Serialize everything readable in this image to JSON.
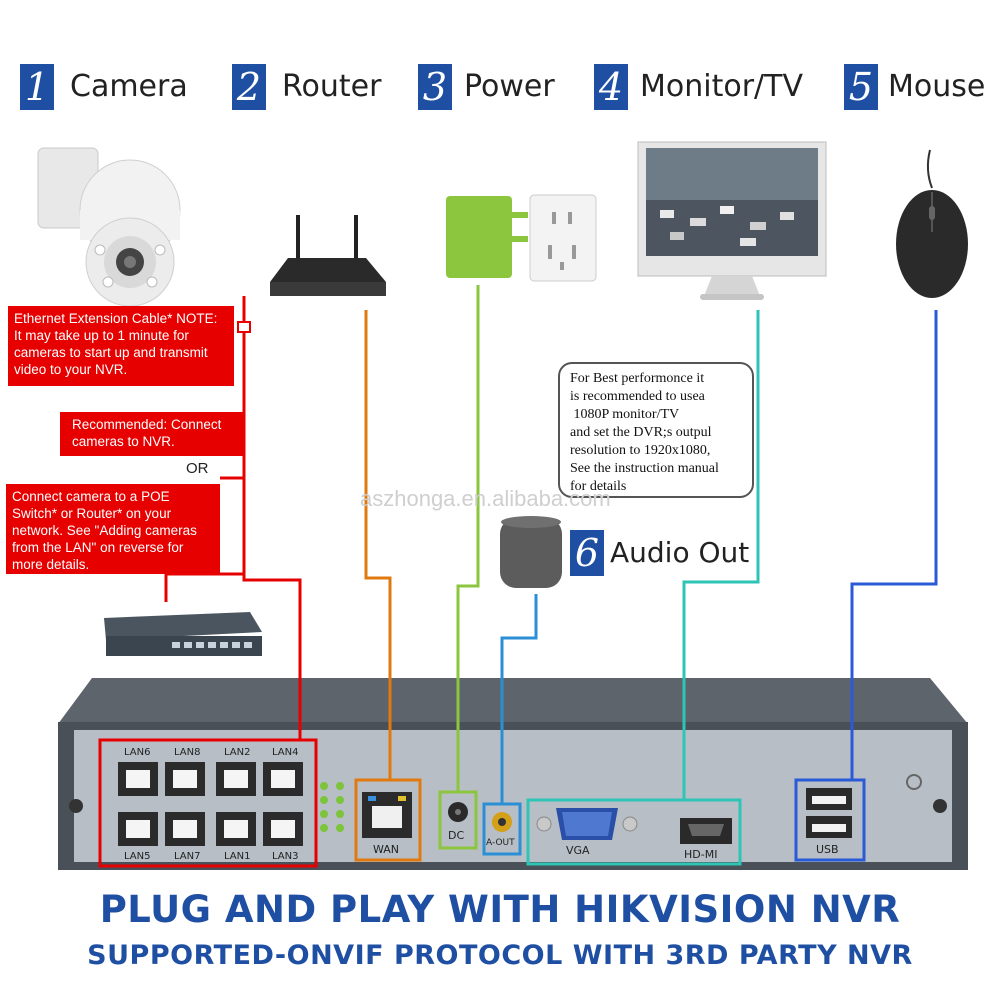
{
  "headers": [
    {
      "num": "1",
      "label": "Camera"
    },
    {
      "num": "2",
      "label": "Router"
    },
    {
      "num": "3",
      "label": "Power"
    },
    {
      "num": "4",
      "label": "Monitor/TV"
    },
    {
      "num": "5",
      "label": "Mouse"
    }
  ],
  "audio": {
    "num": "6",
    "label": "Audio Out"
  },
  "notes": {
    "ethernet": "Ethernet Extension Cable* NOTE: It may take up to 1 minute for cameras to start up and transmit video to your NVR.",
    "recommended": "Recommended: Connect cameras to NVR.",
    "or": "OR",
    "poe": "Connect camera to a POE Switch* or Router* on your network. See \"Adding cameras from the LAN\" on reverse for more details.",
    "monitor_lines": [
      "For Best performonce it",
      "is recommended to usea",
      " 1080P monitor/TV",
      "and set the DVR;s outpul",
      "resolution to 1920x1080,",
      "See the instruction manual",
      "for details"
    ]
  },
  "watermark": "aszhonga.en.alibaba.com",
  "ports": {
    "lan_top": [
      "LAN6",
      "LAN8",
      "LAN2",
      "LAN4"
    ],
    "lan_bottom": [
      "LAN5",
      "LAN7",
      "LAN1",
      "LAN3"
    ],
    "wan": "WAN",
    "dc": "DC",
    "aout": "A-OUT",
    "vga": "VGA",
    "hdmi": "HD-MI",
    "usb": "USB"
  },
  "footer": {
    "line1": "PLUG AND PLAY WITH HIKVISION NVR",
    "line2": "SUPPORTED-ONVIF PROTOCOL WITH 3RD PARTY NVR"
  },
  "colors": {
    "brand_blue": "#1f4fa3",
    "red": "#e60000",
    "orange": "#e07a10",
    "green": "#8cc63f",
    "cyan": "#2ec4b6",
    "blue": "#2a5bd7",
    "audio_blue": "#2b8fd6"
  }
}
